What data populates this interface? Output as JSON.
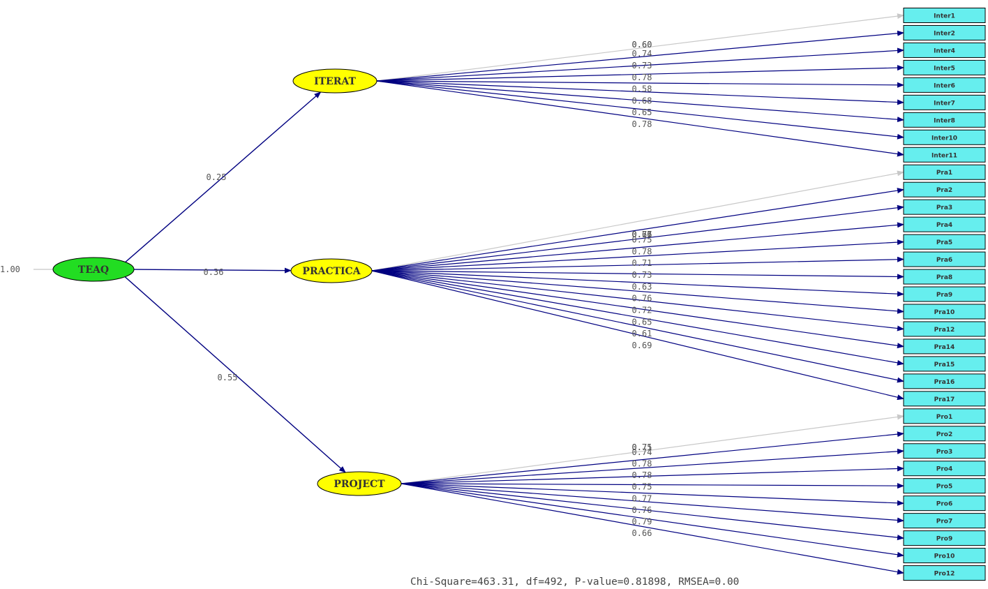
{
  "root": {
    "name": "TEAQ",
    "variance": "1.00",
    "color": "#22dd22"
  },
  "factors": [
    {
      "id": "iterat",
      "name": "ITERAT",
      "path": "0.25",
      "color": "#ffff00",
      "items": [
        {
          "label": "Inter1",
          "loading": "0.60",
          "fixed": true
        },
        {
          "label": "Inter2",
          "loading": "0.60"
        },
        {
          "label": "Inter4",
          "loading": "0.74"
        },
        {
          "label": "Inter5",
          "loading": "0.73"
        },
        {
          "label": "Inter6",
          "loading": "0.78"
        },
        {
          "label": "Inter7",
          "loading": "0.58"
        },
        {
          "label": "Inter8",
          "loading": "0.68"
        },
        {
          "label": "Inter10",
          "loading": "0.65"
        },
        {
          "label": "Inter11",
          "loading": "0.78"
        }
      ]
    },
    {
      "id": "practica",
      "name": "PRACTICA",
      "path": "0.36",
      "color": "#ffff00",
      "items": [
        {
          "label": "Pra1",
          "loading": "0.76",
          "fixed": true
        },
        {
          "label": "Pra2",
          "loading": "0.76"
        },
        {
          "label": "Pra3",
          "loading": "0.71"
        },
        {
          "label": "Pra4",
          "loading": "0.67"
        },
        {
          "label": "Pra5",
          "loading": "0.75"
        },
        {
          "label": "Pra6",
          "loading": "0.78"
        },
        {
          "label": "Pra8",
          "loading": "0.71"
        },
        {
          "label": "Pra9",
          "loading": "0.73"
        },
        {
          "label": "Pra10",
          "loading": "0.63"
        },
        {
          "label": "Pra12",
          "loading": "0.76"
        },
        {
          "label": "Pra14",
          "loading": "0.72"
        },
        {
          "label": "Pra15",
          "loading": "0.65"
        },
        {
          "label": "Pra16",
          "loading": "0.61"
        },
        {
          "label": "Pra17",
          "loading": "0.69"
        }
      ]
    },
    {
      "id": "project",
      "name": "PROJECT",
      "path": "0.55",
      "color": "#ffff00",
      "items": [
        {
          "label": "Pro1",
          "loading": "0.71",
          "fixed": true
        },
        {
          "label": "Pro2",
          "loading": "0.75"
        },
        {
          "label": "Pro3",
          "loading": "0.74"
        },
        {
          "label": "Pro4",
          "loading": "0.78"
        },
        {
          "label": "Pro5",
          "loading": "0.78"
        },
        {
          "label": "Pro6",
          "loading": "0.75"
        },
        {
          "label": "Pro7",
          "loading": "0.77"
        },
        {
          "label": "Pro9",
          "loading": "0.76"
        },
        {
          "label": "Pro10",
          "loading": "0.79"
        },
        {
          "label": "Pro12",
          "loading": "0.66"
        }
      ]
    }
  ],
  "box_color": "#66eeee",
  "arrow_color": "#000080",
  "fixed_arrow_color": "#c8c8c8",
  "fit_statistics": "Chi-Square=463.31, df=492, P-value=0.81898, RMSEA=0.00"
}
